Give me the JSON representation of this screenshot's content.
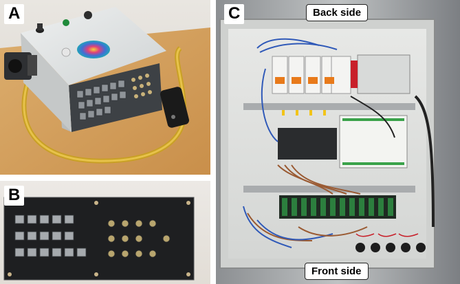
{
  "panels": {
    "a": {
      "letter": "A"
    },
    "b": {
      "letter": "B"
    },
    "c": {
      "letter": "C",
      "top_label": "Back side",
      "bottom_label": "Front side"
    }
  }
}
